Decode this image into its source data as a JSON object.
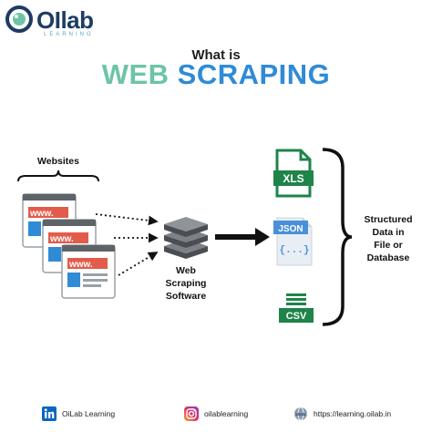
{
  "logo": {
    "name": "OIlab",
    "tagline": "LEARNING"
  },
  "header": {
    "pre_title": "What is",
    "title_part1": "WEB",
    "title_part2": "SCRAPING"
  },
  "diagram": {
    "websites_label": "Websites",
    "browser_text": "www.",
    "software_label": [
      "Web",
      "Scraping",
      "Software"
    ],
    "files": [
      {
        "label": "XLS",
        "color": "#1e8449"
      },
      {
        "label": "JSON",
        "color": "#4a90d9"
      },
      {
        "label": "CSV",
        "color": "#1e8449"
      }
    ],
    "result_label": [
      "Structured",
      "Data in",
      "File or",
      "Database"
    ]
  },
  "footer": {
    "linkedin": "OiLab Learning",
    "instagram": "oilablearning",
    "website": "https://learning.oilab.in"
  },
  "colors": {
    "accent_green": "#6dc4a6",
    "accent_blue": "#2f8bd6",
    "browser_red": "#e25b4b",
    "server_gray": "#5f6368"
  }
}
